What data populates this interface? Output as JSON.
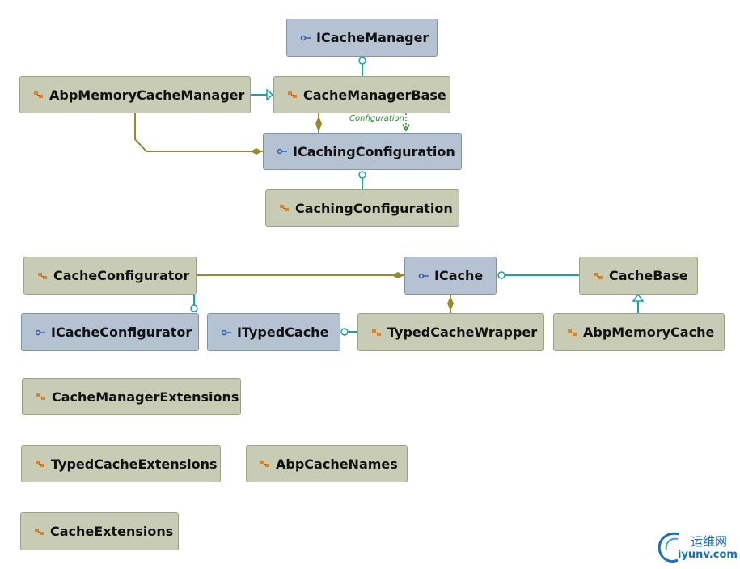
{
  "colors": {
    "class_fill": "#c8ccb4",
    "interface_fill": "#b4c2d2",
    "composition_line": "#9a8a2e",
    "realization_line": "#1aa3a3",
    "dependency_line": "#2b8a2b",
    "logo": "#1a6fb8"
  },
  "nodes": {
    "icachemanager": {
      "label": "ICacheManager",
      "kind": "interface",
      "icon": "interface-icon"
    },
    "abpmemorycachemanager": {
      "label": "AbpMemoryCacheManager",
      "kind": "class",
      "icon": "class-icon"
    },
    "cachemanagerbase": {
      "label": "CacheManagerBase",
      "kind": "class",
      "icon": "class-icon"
    },
    "icachingconfiguration": {
      "label": "ICachingConfiguration",
      "kind": "interface",
      "icon": "interface-icon"
    },
    "cachingconfiguration": {
      "label": "CachingConfiguration",
      "kind": "class",
      "icon": "class-icon"
    },
    "cacheconfigurator": {
      "label": "CacheConfigurator",
      "kind": "class",
      "icon": "class-icon"
    },
    "icache": {
      "label": "ICache",
      "kind": "interface",
      "icon": "interface-icon"
    },
    "cachebase": {
      "label": "CacheBase",
      "kind": "class",
      "icon": "class-icon"
    },
    "icacheconfigurator": {
      "label": "ICacheConfigurator",
      "kind": "interface",
      "icon": "interface-icon"
    },
    "itypedcache": {
      "label": "ITypedCache",
      "kind": "interface",
      "icon": "interface-icon"
    },
    "typedcachewrapper": {
      "label": "TypedCacheWrapper",
      "kind": "class",
      "icon": "class-icon"
    },
    "abpmemorycache": {
      "label": "AbpMemoryCache",
      "kind": "class",
      "icon": "class-icon"
    },
    "cachemanagerextensions": {
      "label": "CacheManagerExtensions",
      "kind": "class",
      "icon": "class-icon"
    },
    "typedcacheextensions": {
      "label": "TypedCacheExtensions",
      "kind": "class",
      "icon": "class-icon"
    },
    "abpcachenames": {
      "label": "AbpCacheNames",
      "kind": "class",
      "icon": "class-icon"
    },
    "cacheextensions": {
      "label": "CacheExtensions",
      "kind": "class",
      "icon": "class-icon"
    }
  },
  "edges": [
    {
      "from": "cachemanagerbase",
      "to": "icachemanager",
      "type": "realization"
    },
    {
      "from": "abpmemorycachemanager",
      "to": "cachemanagerbase",
      "type": "inheritance"
    },
    {
      "from": "cachemanagerbase",
      "to": "icachingconfiguration",
      "type": "dependency",
      "label": "Configuration"
    },
    {
      "from": "cachemanagerbase",
      "to": "icachingconfiguration",
      "type": "composition"
    },
    {
      "from": "abpmemorycachemanager",
      "to": "icachingconfiguration",
      "type": "composition"
    },
    {
      "from": "cachingconfiguration",
      "to": "icachingconfiguration",
      "type": "realization"
    },
    {
      "from": "cacheconfigurator",
      "to": "icache",
      "type": "composition"
    },
    {
      "from": "cacheconfigurator",
      "to": "icacheconfigurator",
      "type": "realization"
    },
    {
      "from": "cachebase",
      "to": "icache",
      "type": "realization"
    },
    {
      "from": "typedcachewrapper",
      "to": "icache",
      "type": "composition"
    },
    {
      "from": "typedcachewrapper",
      "to": "itypedcache",
      "type": "realization"
    },
    {
      "from": "abpmemorycache",
      "to": "cachebase",
      "type": "inheritance"
    }
  ],
  "logo": {
    "text_cn": "运维网",
    "url": "iyunv.com"
  }
}
